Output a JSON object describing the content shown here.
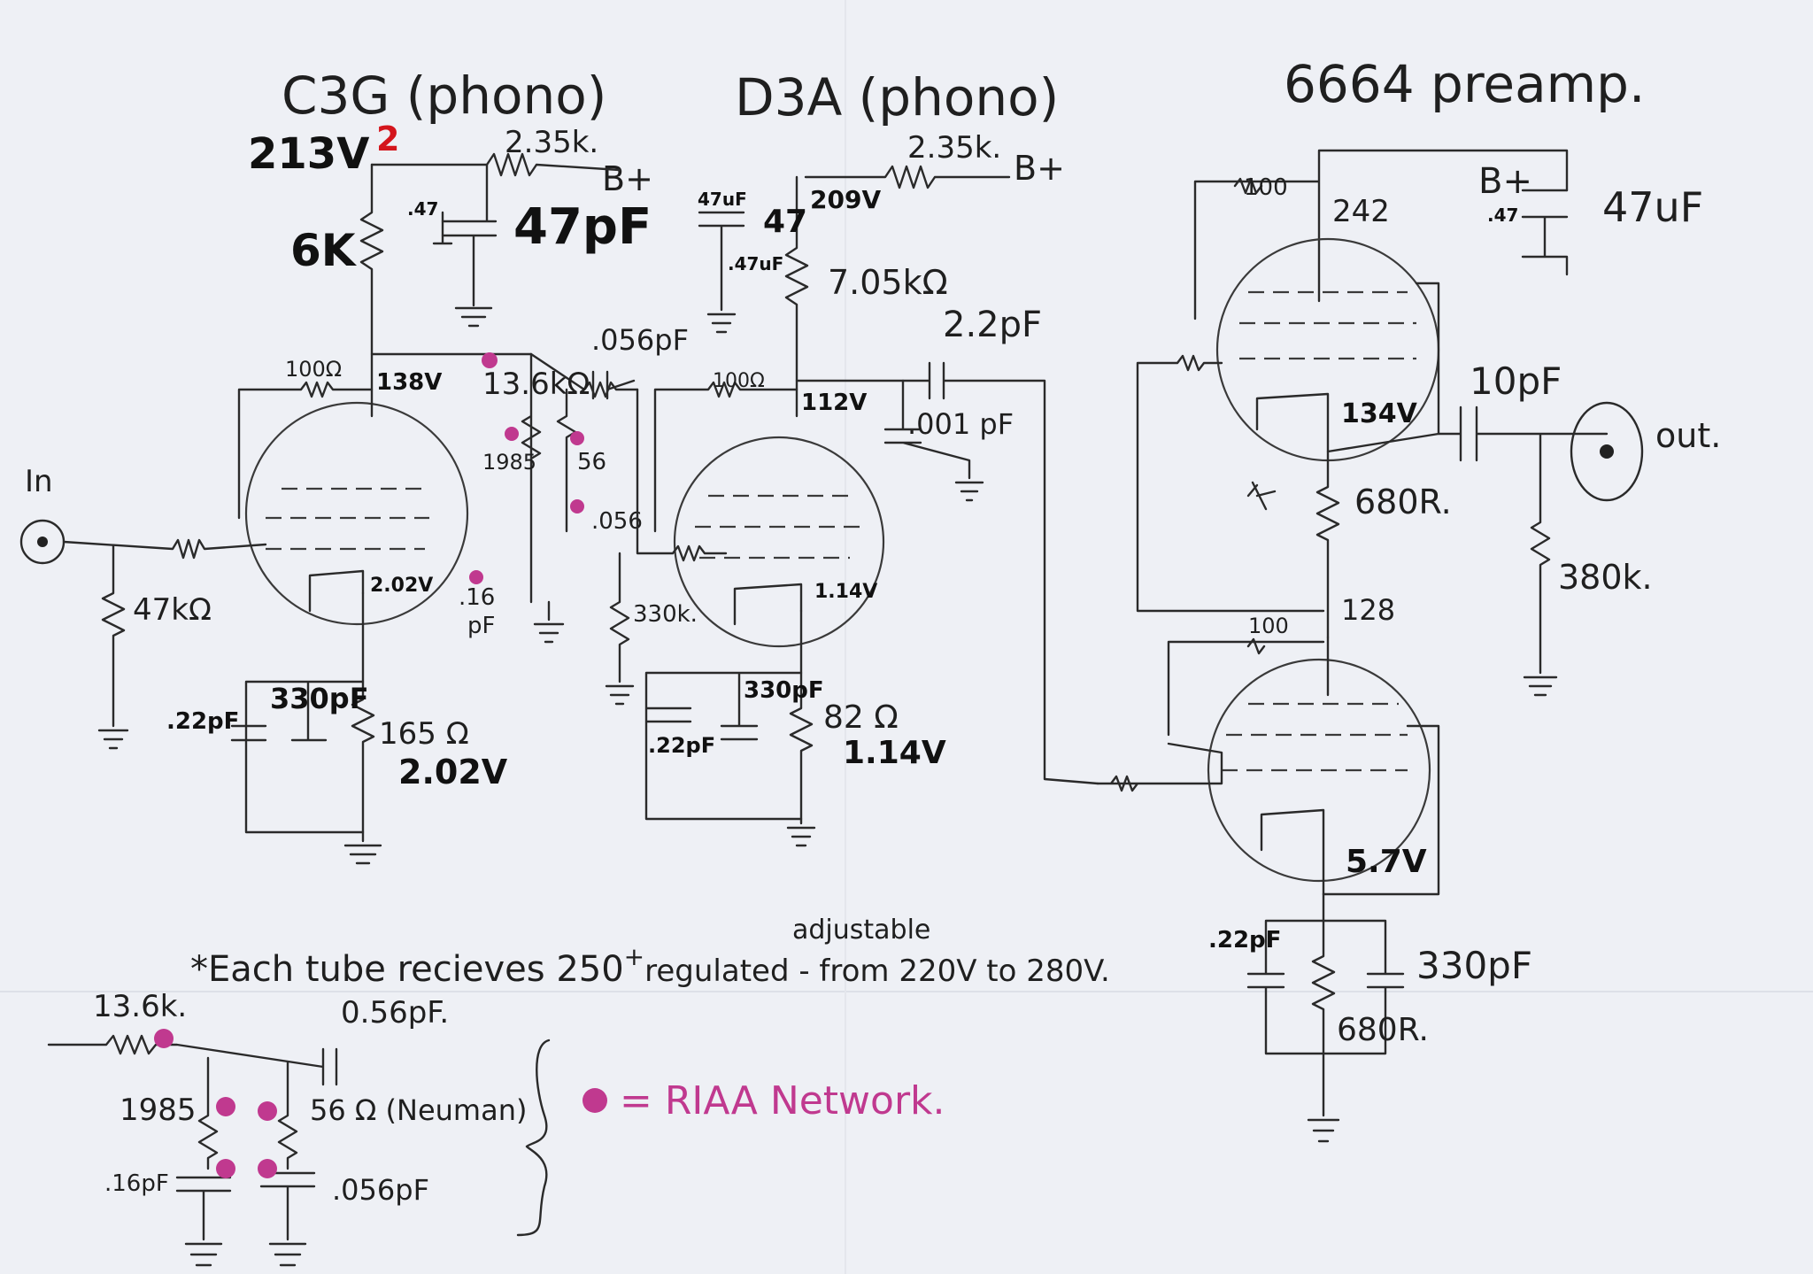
{
  "titles": {
    "c3g": "C3G (phono)",
    "d3a": "D3A (phono)",
    "pre6664": "6664 preamp."
  },
  "c3g": {
    "supply_voltage": "213V",
    "supply_mark": "2",
    "b_plus_resistor": "2.35k.",
    "b_plus": "B+",
    "plate_resistor": "6K",
    "cap_small": ".47",
    "cap_big": "47pF",
    "grid_stop": "100Ω",
    "plate_voltage": "138V",
    "riaa_resistor": "13.6kΩ",
    "riaa_r1": "1985",
    "riaa_r2": "56",
    "riaa_c1": ".056",
    "riaa_c2": ".056pF",
    "riaa_c3": ".16",
    "riaa_c3_unit": "pF",
    "input_label": "In",
    "grid_resistor": "47kΩ",
    "cathode_voltage": "2.02V",
    "cap_bypass1": ".22pF",
    "cap_bypass2": "330pF",
    "cathode_resistor": "165 Ω",
    "cathode_voltage2": "2.02V"
  },
  "d3a": {
    "cap_small": "47uF",
    "cap_big": "47",
    "cap_small2": ".47uF",
    "supply_voltage": "209V",
    "b_plus_resistor": "2.35k.",
    "b_plus": "B+",
    "plate_resistor": "7.05kΩ",
    "coupling_cap": "2.2pF",
    "grid_stop": "100Ω",
    "plate_voltage": "112V",
    "cap_001": ".001 pF",
    "grid_resistor": "330k.",
    "cathode_voltage": "1.14V",
    "cap_bypass1": ".22pF",
    "cap_bypass2": "330pF",
    "cathode_resistor": "82 Ω",
    "cathode_voltage2": "1.14V"
  },
  "pre6664": {
    "grid_stop": "100",
    "plate_voltage": "242",
    "b_plus": "B+",
    "cap_small": ".47",
    "cap_big": "47uF",
    "output_cap": "10pF",
    "out_label": "out.",
    "cathode_voltage_top": "134V",
    "mid_resistor": "680R.",
    "output_resistor": "380k.",
    "mid_voltage": "128",
    "grid_stop2": "100",
    "cathode_voltage_bottom": "5.7V",
    "cap_bypass1": ".22pF",
    "cap_bypass2": "330pF",
    "cathode_resistor": "680R."
  },
  "note": {
    "prefix": "*Each tube recieves 250",
    "sup": "+",
    "middle": "regulated - from 220V to 280V.",
    "annotation": "adjustable"
  },
  "riaa_detail": {
    "r1": "13.6k.",
    "c1": "0.56pF.",
    "r2": "1985",
    "r3": "56 Ω (Neuman)",
    "c2": ".16pF",
    "c3": ".056pF",
    "legend": "= RIAA Network."
  },
  "colors": {
    "ink": "#1f1f1f",
    "riaa": "#c0398f",
    "red": "#d4151c",
    "paper": "#eef0f5"
  }
}
